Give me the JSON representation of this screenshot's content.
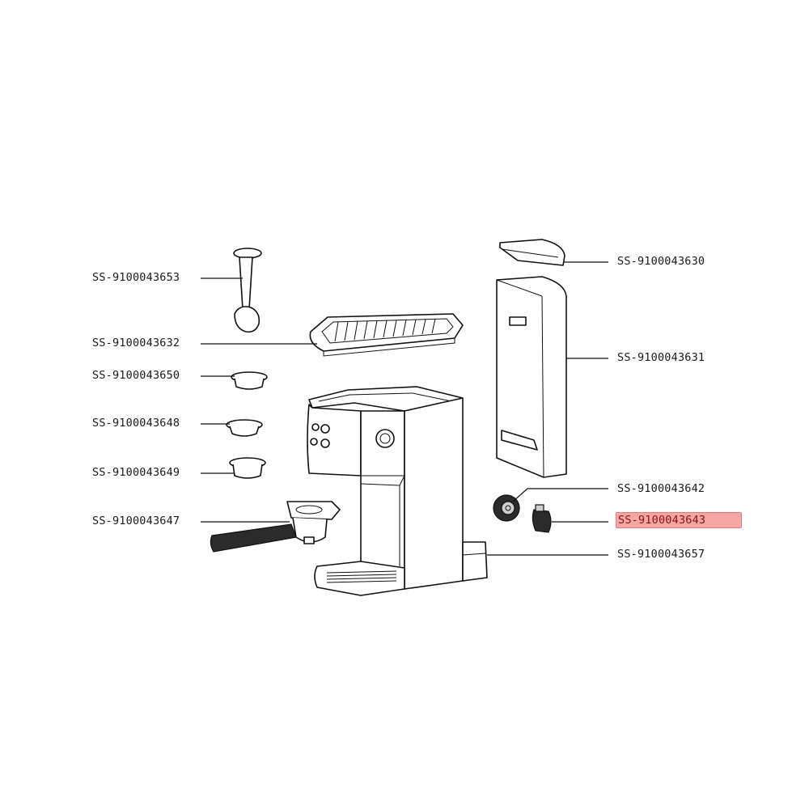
{
  "labels": {
    "tamper": "SS-9100043653",
    "drip_tray_grid": "SS-9100043632",
    "filter_one_cup": "SS-9100043650",
    "filter_two_cup": "SS-9100043648",
    "filter_ese": "SS-9100043649",
    "portafilter": "SS-9100043647",
    "tank_lid": "SS-9100043630",
    "water_tank": "SS-9100043631",
    "knob": "SS-9100043642",
    "knob_small": "SS-9100043643",
    "drip_tray_cover": "SS-9100043657"
  },
  "highlight_color": "#f7a6a6"
}
